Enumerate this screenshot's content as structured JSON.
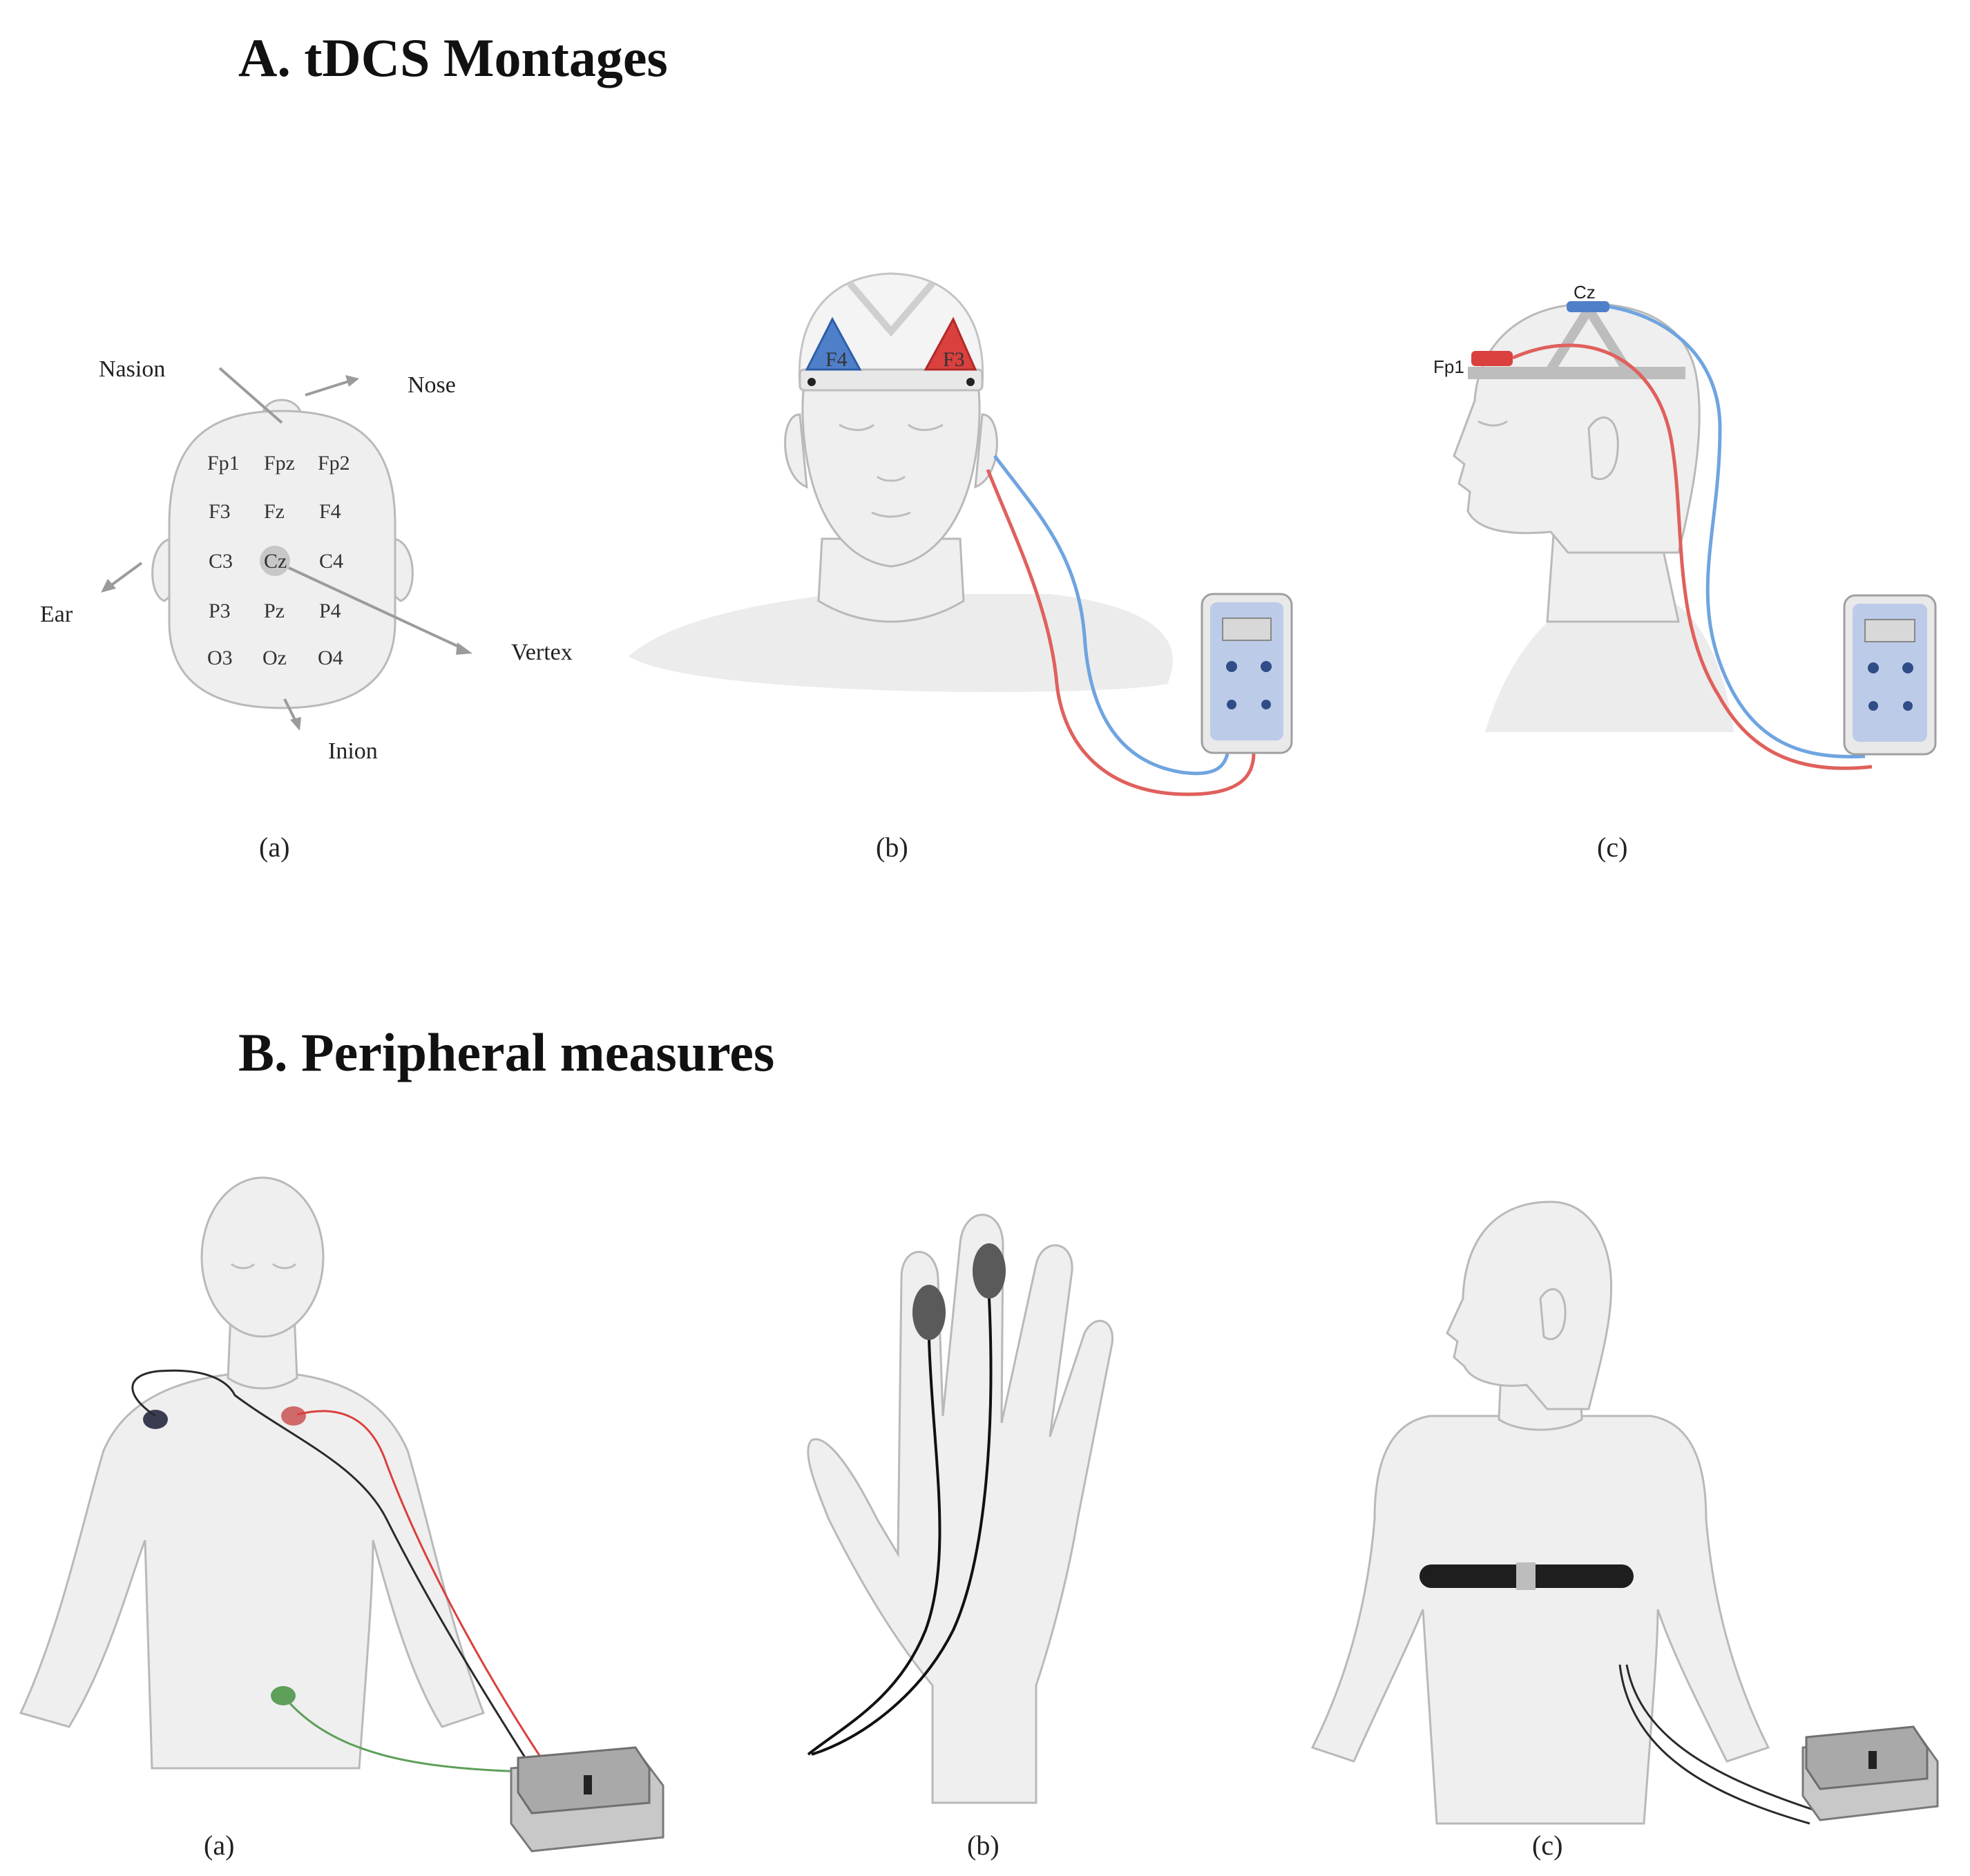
{
  "sections": {
    "tdcs_title": "A. tDCS Montages",
    "peripheral_title": "B. Peripheral measures"
  },
  "tdcs": {
    "map_labels": {
      "nasion": "Nasion",
      "nose": "Nose",
      "ear": "Ear",
      "vertex": "Vertex",
      "inion": "Inion"
    },
    "electrodes": [
      [
        "Fp1",
        "Fpz",
        "Fp2"
      ],
      [
        "F3",
        "Fz",
        "F4"
      ],
      [
        "C3",
        "Cz",
        "C4"
      ],
      [
        "P3",
        "Pz",
        "P4"
      ],
      [
        "O3",
        "Oz",
        "O4"
      ]
    ],
    "frontal_left": "F4",
    "frontal_right": "F3",
    "side_top": "Cz",
    "side_front": "Fp1",
    "captions": [
      "(a)",
      "(b)",
      "(c)"
    ]
  },
  "peripheral": {
    "captions": [
      "(a)",
      "(b)",
      "(c)"
    ]
  },
  "colors": {
    "anode": "#d9403e",
    "cathode": "#4f7fc9",
    "wire_blue": "#6fa4e0",
    "wire_red": "#e0605c",
    "ecg_ground": "#5e9f5a",
    "device_panel": "#bccbe8"
  }
}
